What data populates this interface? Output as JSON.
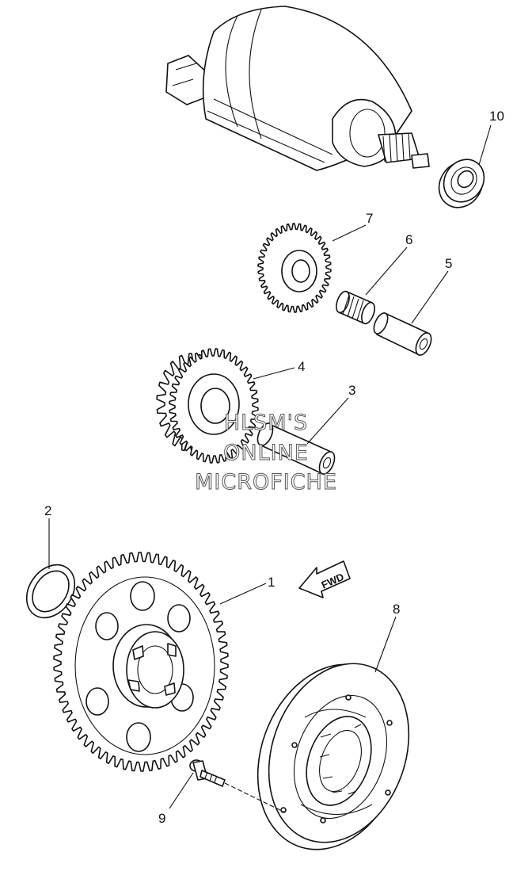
{
  "callouts": [
    {
      "id": "1",
      "label": "1"
    },
    {
      "id": "2",
      "label": "2"
    },
    {
      "id": "3",
      "label": "3"
    },
    {
      "id": "4",
      "label": "4"
    },
    {
      "id": "5",
      "label": "5"
    },
    {
      "id": "6",
      "label": "6"
    },
    {
      "id": "7",
      "label": "7"
    },
    {
      "id": "8",
      "label": "8"
    },
    {
      "id": "9",
      "label": "9"
    },
    {
      "id": "10",
      "label": "10"
    }
  ],
  "watermark": {
    "line1": "HLSM'S",
    "line2": "ONLINE",
    "line3": "MICROFICHE"
  },
  "direction_arrow": {
    "label": "FWD"
  }
}
